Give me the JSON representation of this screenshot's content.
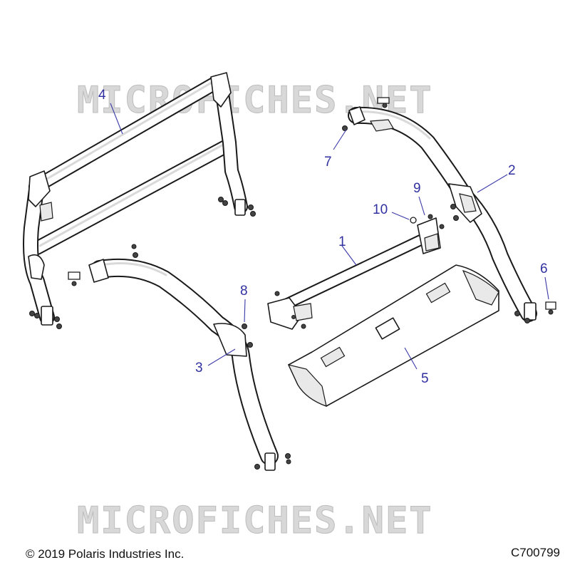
{
  "watermark": {
    "text": "MICROFICHES.NET"
  },
  "callouts": [
    {
      "id": "callout-1",
      "label": "1"
    },
    {
      "id": "callout-2",
      "label": "2"
    },
    {
      "id": "callout-3",
      "label": "3"
    },
    {
      "id": "callout-4",
      "label": "4"
    },
    {
      "id": "callout-5",
      "label": "5"
    },
    {
      "id": "callout-6",
      "label": "6"
    },
    {
      "id": "callout-7",
      "label": "7"
    },
    {
      "id": "callout-8",
      "label": "8"
    },
    {
      "id": "callout-9",
      "label": "9"
    },
    {
      "id": "callout-10",
      "label": "10"
    }
  ],
  "footer": {
    "copyright": "© 2019 Polaris Industries Inc.",
    "drawing_id": "C700799"
  },
  "colors": {
    "callout": "#3030a0",
    "line": "#1a1a1a",
    "watermark": "#d8d8d8"
  }
}
